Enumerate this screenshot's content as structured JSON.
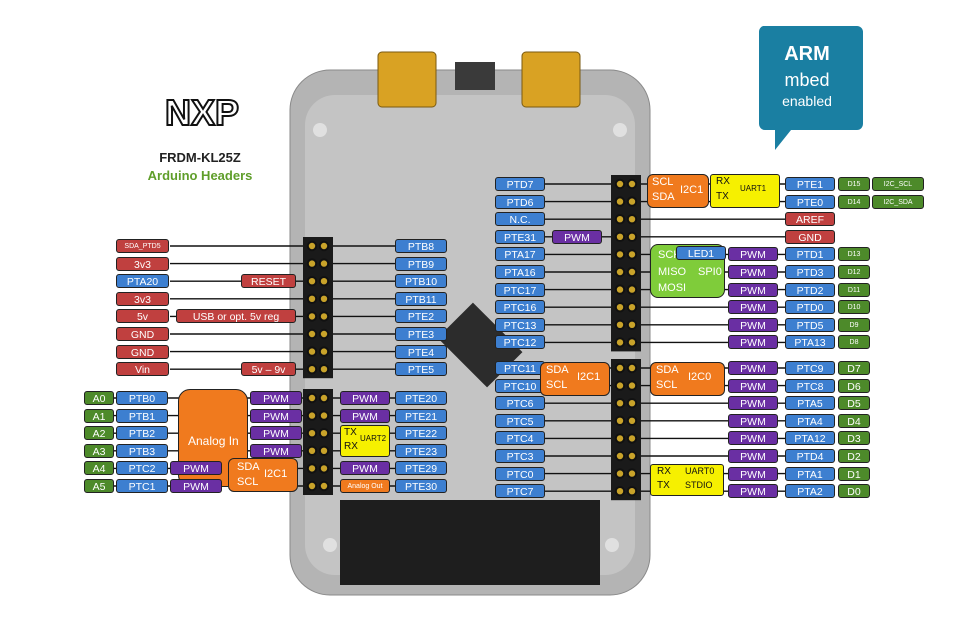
{
  "logo": {
    "brand": "NXP",
    "board": "FRDM-KL25Z",
    "subtitle": "Arduino Headers"
  },
  "badge": {
    "line1": "ARM",
    "line2": "mbed",
    "line3": "enabled"
  },
  "colors": {
    "port": "#3d7fd0",
    "power": "#c0403f",
    "arduino": "#4d8a2a",
    "pwm": "#6a2fa3",
    "bus": "#f07a1e",
    "uart": "#f6f000",
    "board": "#9a9a9a",
    "badge": "#1a7fa2",
    "lime": "#7fcc3a"
  },
  "left_top": [
    {
      "port": "PTB8",
      "fn": "SDA_PTD5",
      "cls": "red small"
    },
    {
      "port": "PTB9",
      "fn": "3v3",
      "cls": "red"
    },
    {
      "port": "PTB10",
      "fn": "PTA20",
      "cls": "blue",
      "extra": "RESET"
    },
    {
      "port": "PTB11",
      "fn": "3v3",
      "cls": "red"
    },
    {
      "port": "PTE2",
      "fn": "5v",
      "cls": "red",
      "extra": "USB or opt. 5v reg"
    },
    {
      "port": "PTE3",
      "fn": "GND",
      "cls": "red"
    },
    {
      "port": "PTE4",
      "fn": "GND",
      "cls": "red"
    },
    {
      "port": "PTE5",
      "fn": "Vin",
      "cls": "red",
      "extra": "5v – 9v"
    }
  ],
  "left_bottom": [
    {
      "ard": "A0",
      "port": "PTB0",
      "pwm": "PWM",
      "inner_fn": "PWM",
      "inner": "PTE20"
    },
    {
      "ard": "A1",
      "port": "PTB1",
      "pwm": "PWM",
      "inner_fn": "PWM",
      "inner": "PTE21"
    },
    {
      "ard": "A2",
      "port": "PTB2",
      "pwm": "PWM",
      "inner_fn": "",
      "inner": "PTE22"
    },
    {
      "ard": "A3",
      "port": "PTB3",
      "pwm": "PWM",
      "inner_fn": "",
      "inner": "PTE23"
    },
    {
      "ard": "A4",
      "port": "PTC2",
      "pwm": "PWM",
      "inner_fn": "PWM",
      "inner": "PTE29"
    },
    {
      "ard": "A5",
      "port": "PTC1",
      "pwm": "PWM",
      "inner_fn": "Analog Out",
      "inner": "PTE30"
    }
  ],
  "analog_in": "Analog In",
  "uart2": {
    "name": "UART2",
    "tx": "TX",
    "rx": "RX"
  },
  "i2c1_left": {
    "name": "I2C1",
    "sda": "SDA",
    "scl": "SCL"
  },
  "mid_top": [
    {
      "port": "PTD7"
    },
    {
      "port": "PTD6"
    },
    {
      "port": "N.C."
    },
    {
      "port": "PTE31",
      "pwm": "PWM"
    },
    {
      "port": "PTA17"
    },
    {
      "port": "PTA16"
    },
    {
      "port": "PTC17"
    },
    {
      "port": "PTC16"
    },
    {
      "port": "PTC13"
    },
    {
      "port": "PTC12"
    }
  ],
  "mid_bottom": [
    {
      "port": "PTC11"
    },
    {
      "port": "PTC10"
    },
    {
      "port": "PTC6"
    },
    {
      "port": "PTC5"
    },
    {
      "port": "PTC4"
    },
    {
      "port": "PTC3"
    },
    {
      "port": "PTC0"
    },
    {
      "port": "PTC7"
    }
  ],
  "i2c1_mid": {
    "name": "I2C1",
    "sda": "SDA",
    "scl": "SCL"
  },
  "right_top": [
    {
      "fn": "",
      "port": "PTE1",
      "ard": "D15",
      "alt": "I2C_SCL"
    },
    {
      "fn": "",
      "port": "PTE0",
      "ard": "D14",
      "alt": "I2C_SDA"
    },
    {
      "fn": "",
      "port": "AREF",
      "cls": "red"
    },
    {
      "fn": "",
      "port": "GND",
      "cls": "red"
    },
    {
      "fn": "PWM",
      "port": "PTD1",
      "ard": "D13"
    },
    {
      "fn": "PWM",
      "port": "PTD3",
      "ard": "D12"
    },
    {
      "fn": "PWM",
      "port": "PTD2",
      "ard": "D11"
    },
    {
      "fn": "PWM",
      "port": "PTD0",
      "ard": "D10"
    },
    {
      "fn": "PWM",
      "port": "PTD5",
      "ard": "D9"
    },
    {
      "fn": "PWM",
      "port": "PTA13",
      "ard": "D8"
    }
  ],
  "right_bottom": [
    {
      "fn": "PWM",
      "port": "PTC9",
      "ard": "D7"
    },
    {
      "fn": "PWM",
      "port": "PTC8",
      "ard": "D6"
    },
    {
      "fn": "PWM",
      "port": "PTA5",
      "ard": "D5"
    },
    {
      "fn": "PWM",
      "port": "PTA4",
      "ard": "D4"
    },
    {
      "fn": "PWM",
      "port": "PTA12",
      "ard": "D3"
    },
    {
      "fn": "PWM",
      "port": "PTD4",
      "ard": "D2"
    },
    {
      "fn": "PWM",
      "port": "PTA1",
      "ard": "D1"
    },
    {
      "fn": "PWM",
      "port": "PTA2",
      "ard": "D0"
    }
  ],
  "i2c1_right": {
    "name": "I2C1",
    "scl": "SCL",
    "sda": "SDA"
  },
  "uart1": {
    "name": "UART1",
    "rx": "RX",
    "tx": "TX"
  },
  "spi0": {
    "name": "SPI0",
    "sck": "SCK",
    "miso": "MISO",
    "mosi": "MOSI",
    "led": "LED1"
  },
  "i2c0": {
    "name": "I2C0",
    "sda": "SDA",
    "scl": "SCL"
  },
  "uart0": {
    "name": "UART0",
    "rx": "RX",
    "tx": "TX",
    "note": "STDIO"
  }
}
